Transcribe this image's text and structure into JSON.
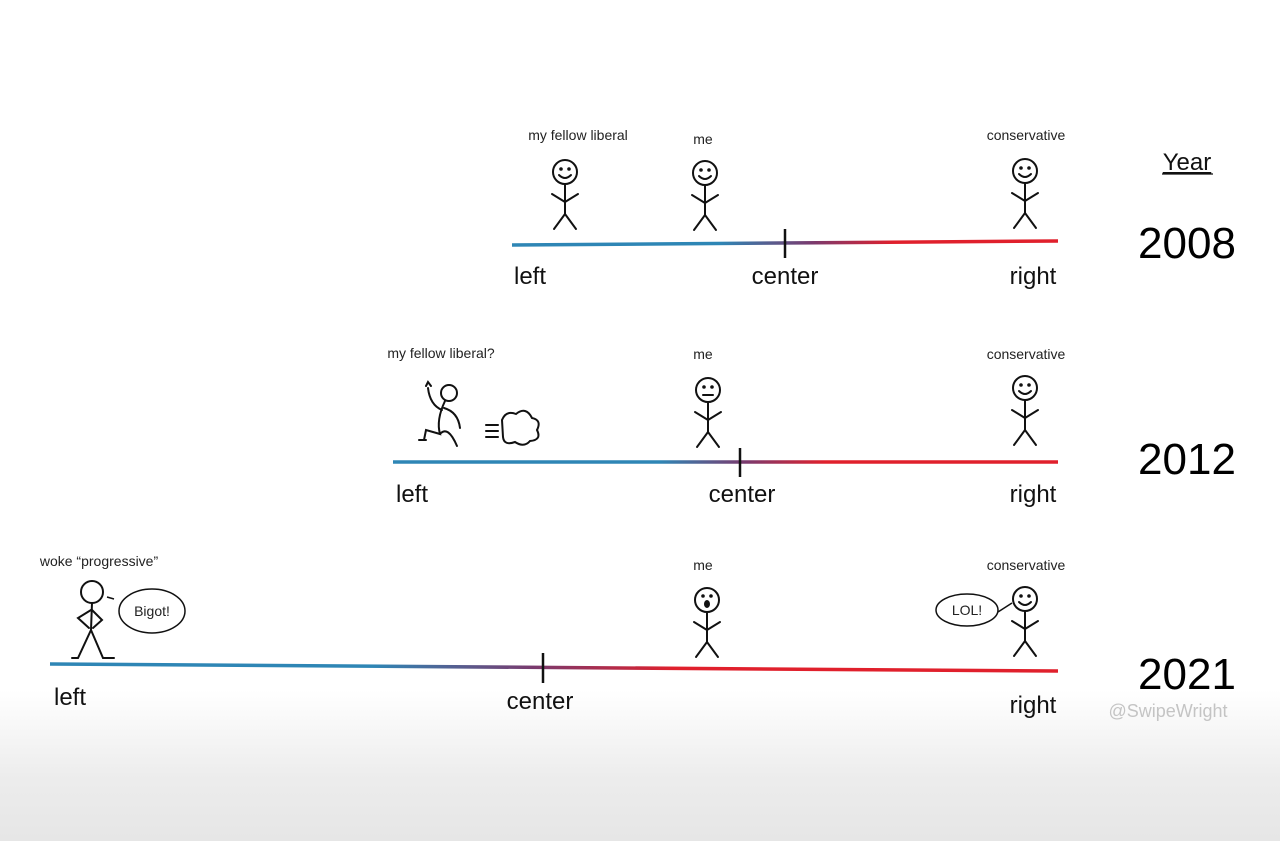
{
  "header": {
    "year_label": "Year"
  },
  "colors": {
    "left": "#2e86b5",
    "right": "#e0202c"
  },
  "rows": [
    {
      "year": "2008",
      "left": "left",
      "center": "center",
      "right": "right",
      "figures": {
        "liberal": "my fellow liberal",
        "me": "me",
        "conservative": "conservative"
      }
    },
    {
      "year": "2012",
      "left": "left",
      "center": "center",
      "right": "right",
      "figures": {
        "liberal": "my fellow liberal?",
        "me": "me",
        "conservative": "conservative"
      }
    },
    {
      "year": "2021",
      "left": "left",
      "center": "center",
      "right": "right",
      "figures": {
        "liberal": "woke “progressive”",
        "me": "me",
        "conservative": "conservative"
      },
      "bubbles": {
        "liberal": "Bigot!",
        "conservative": "LOL!"
      }
    }
  ],
  "watermark": "@SwipeWright"
}
